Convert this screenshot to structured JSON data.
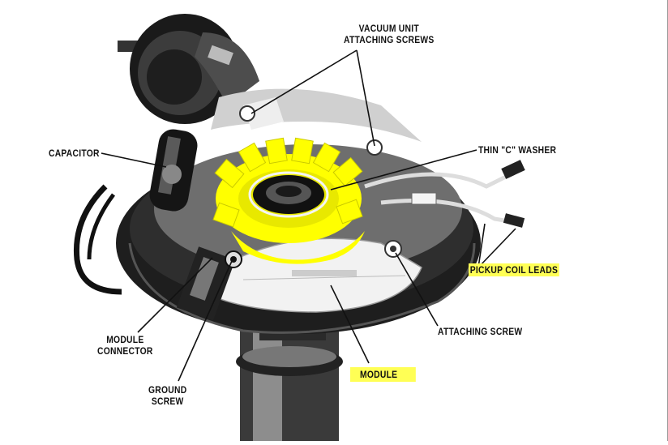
{
  "labels": {
    "vacuum_unit": [
      "VACUUM UNIT",
      "ATTACHING SCREWS"
    ],
    "capacitor": "CAPACITOR",
    "thin_c_washer": "THIN \"C\" WASHER",
    "pickup_coil_leads": "PICKUP COIL LEADS",
    "attaching_screw": "ATTACHING SCREW",
    "module": "MODULE",
    "module_connector": [
      "MODULE",
      "CONNECTOR"
    ],
    "ground_screw": [
      "GROUND",
      "SCREW"
    ]
  },
  "highlight_color": "#ffff55",
  "highlighted_part_color": "#ffff00"
}
